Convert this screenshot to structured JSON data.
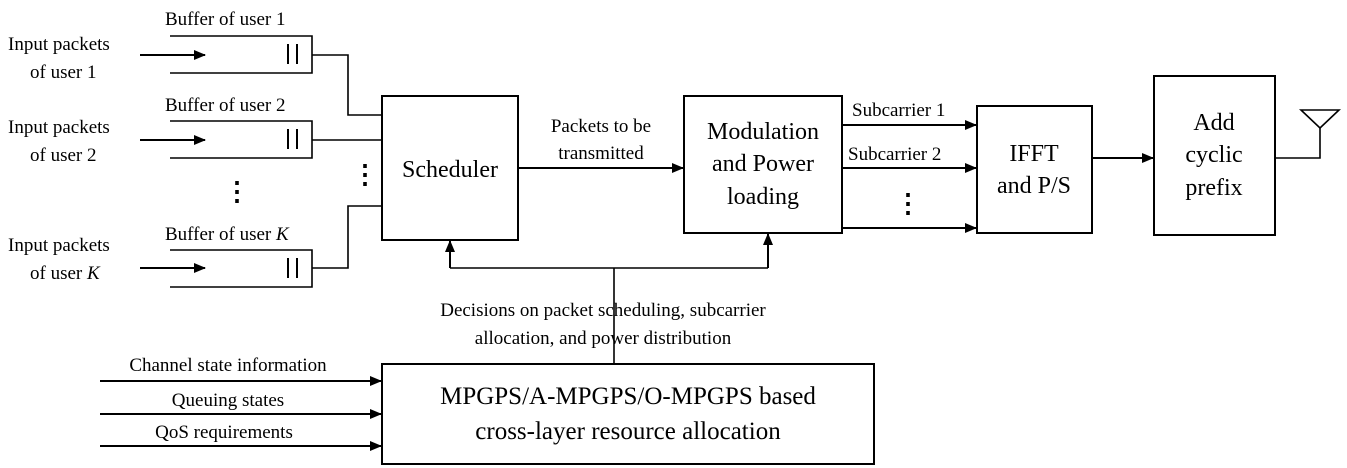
{
  "users": [
    {
      "input_label_line1": "Input packets",
      "input_label_line2": "of user ",
      "input_label_var": "1",
      "var_italic": false,
      "buffer_label": "Buffer of user ",
      "buffer_var": "1"
    },
    {
      "input_label_line1": "Input packets",
      "input_label_line2": "of user ",
      "input_label_var": "2",
      "var_italic": false,
      "buffer_label": "Buffer of user ",
      "buffer_var": "2"
    },
    {
      "input_label_line1": "Input packets",
      "input_label_line2": "of user ",
      "input_label_var": "K",
      "var_italic": true,
      "buffer_label": "Buffer of user ",
      "buffer_var": "K"
    }
  ],
  "scheduler_label": "Scheduler",
  "packets_label": [
    "Packets to be",
    "transmitted"
  ],
  "modulation_label": [
    "Modulation",
    "and Power",
    "loading"
  ],
  "subcarriers": [
    "Subcarrier 1",
    "Subcarrier 2"
  ],
  "ifft_label": [
    "IFFT",
    "and P/S"
  ],
  "cp_label": [
    "Add",
    "cyclic",
    "prefix"
  ],
  "decisions_label": [
    "Decisions on packet scheduling, subcarrier",
    "allocation, and power distribution"
  ],
  "allocator_label": [
    "MPGPS/A-MPGPS/O-MPGPS based",
    "cross-layer resource allocation"
  ],
  "allocator_inputs": [
    "Channel state information",
    "Queuing states",
    "QoS requirements"
  ],
  "ellipsis": "⋮"
}
